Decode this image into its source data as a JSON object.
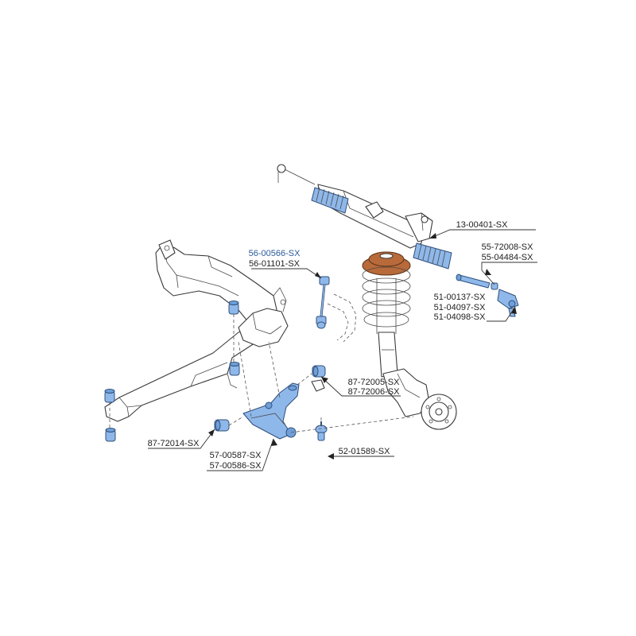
{
  "colors": {
    "highlight_part": "#8fb8ea",
    "highlight_label": "#2a5a9c",
    "strut_mount": "#b86a3a"
  },
  "labels": {
    "steering_rack": "13-00401-SX",
    "tie_rod_end_a": "55-72008-SX",
    "tie_rod_end_b": "55-04484-SX",
    "stabilizer_link_a": "56-00566-SX",
    "stabilizer_link_b": "56-01101-SX",
    "inner_tie_rod_a": "51-00137-SX",
    "inner_tie_rod_b": "51-04097-SX",
    "inner_tie_rod_c": "51-04098-SX",
    "stabilizer_bushing_a": "87-72005-SX",
    "stabilizer_bushing_b": "87-72006-SX",
    "control_arm_bushing": "87-72014-SX",
    "control_arm_a": "57-00587-SX",
    "control_arm_b": "57-00586-SX",
    "ball_joint": "52-01589-SX"
  }
}
